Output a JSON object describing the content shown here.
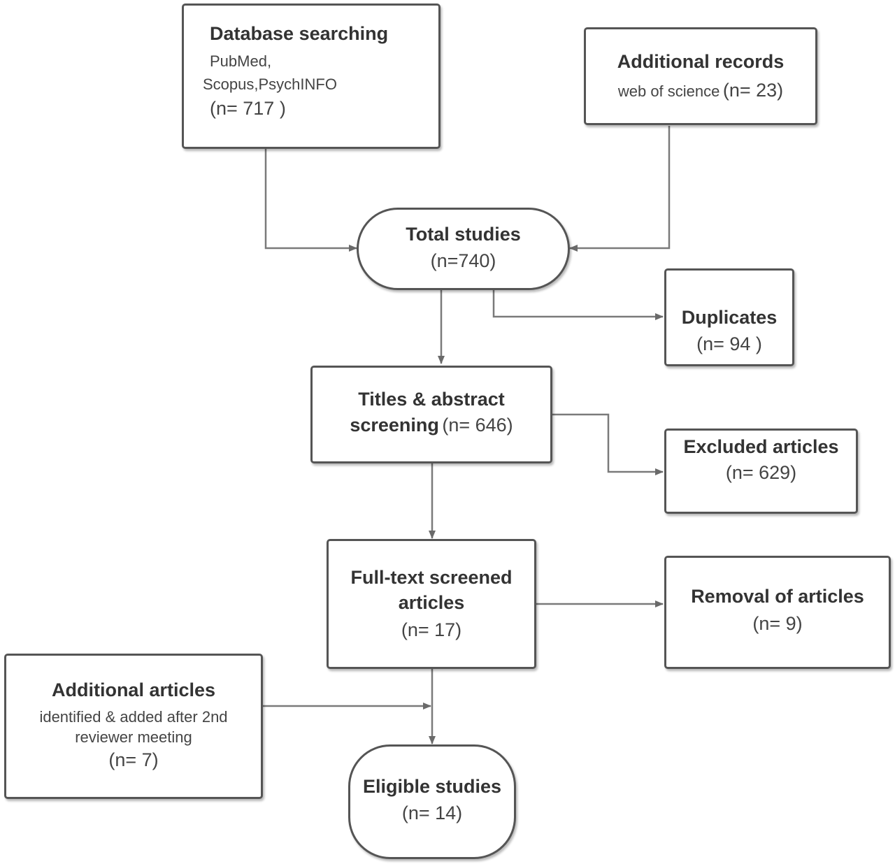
{
  "nodes": {
    "database_searching": {
      "title": "Database searching",
      "sources_line1": "PubMed,",
      "sources_line2": "Scopus,PsychINFO",
      "count": "(n= 717 )"
    },
    "additional_records": {
      "title": "Additional records",
      "source": "web of science",
      "count": "(n= 23)"
    },
    "total_studies": {
      "title": "Total studies",
      "count": "(n=740)"
    },
    "duplicates": {
      "title": "Duplicates",
      "count": "(n= 94 )"
    },
    "titles_abstract": {
      "title_line1": "Titles & abstract",
      "title_line2": "screening",
      "count": "(n= 646)"
    },
    "excluded_articles": {
      "title": "Excluded articles",
      "count": "(n= 629)"
    },
    "full_text": {
      "title_line1": "Full-text screened",
      "title_line2": "articles",
      "count": "(n= 17)"
    },
    "removal": {
      "title": "Removal of articles",
      "count": "(n= 9)"
    },
    "additional_articles": {
      "title": "Additional articles",
      "desc_line1": "identified & added after 2nd",
      "desc_line2": "reviewer meeting",
      "count": "(n= 7)"
    },
    "eligible_studies": {
      "title": "Eligible studies",
      "count": "(n= 14)"
    }
  },
  "colors": {
    "stroke": "#555555",
    "connector": "#777777",
    "text": "#333333"
  }
}
